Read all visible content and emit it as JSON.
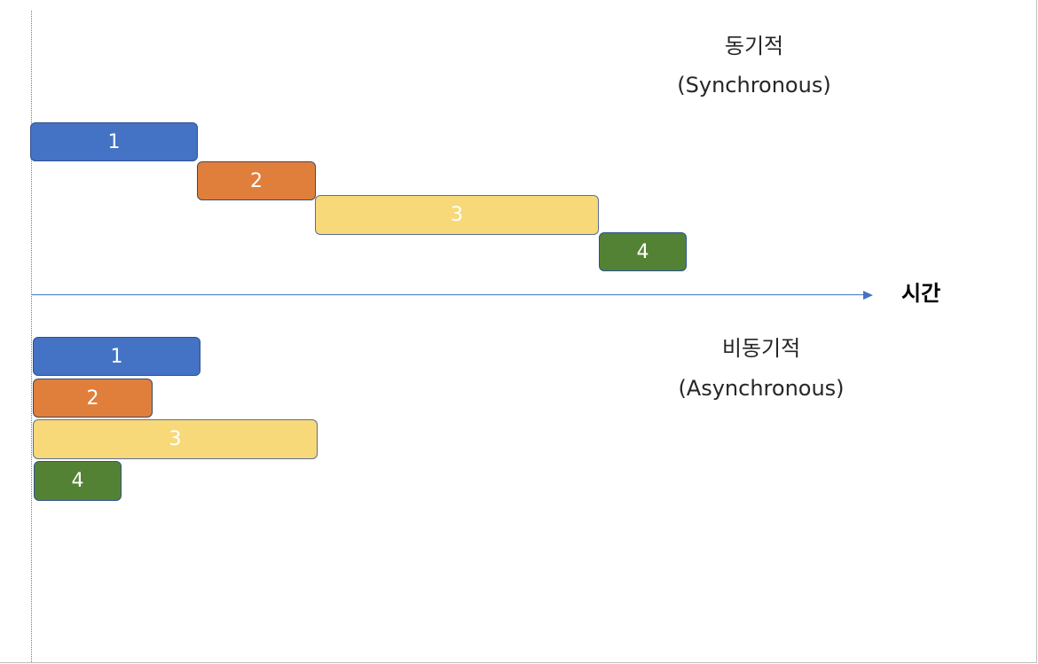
{
  "colors": {
    "task1": "#4472c4",
    "task2": "#e07f3c",
    "task3": "#f7d97a",
    "task4": "#548235",
    "axis": "#4472c4"
  },
  "axis": {
    "label": "시간"
  },
  "sync": {
    "title": "동기적",
    "subtitle": "(Synchronous)",
    "tasks": [
      {
        "label": "1"
      },
      {
        "label": "2"
      },
      {
        "label": "3"
      },
      {
        "label": "4"
      }
    ]
  },
  "async": {
    "title": "비동기적",
    "subtitle": "(Asynchronous)",
    "tasks": [
      {
        "label": "1"
      },
      {
        "label": "2"
      },
      {
        "label": "3"
      },
      {
        "label": "4"
      }
    ]
  }
}
